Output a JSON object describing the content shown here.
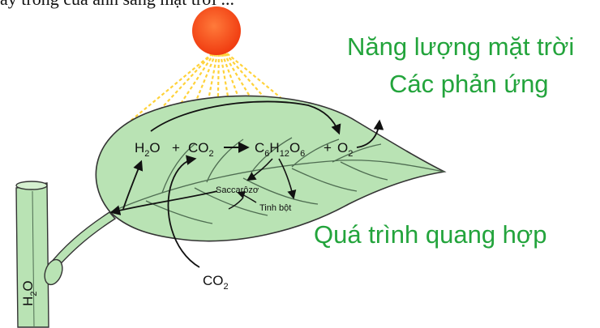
{
  "header_fragment": "ây trong của ánh sáng mặt trời ...",
  "labels": {
    "solar_energy": "Năng lượng mặt trời",
    "reactions": "Các phản ứng",
    "photosynthesis": "Quá trình quang hợp",
    "sucrose": "Saccarôzơ",
    "starch": "Tinh bột",
    "co2_in": "CO2",
    "h2o_in": "H2O"
  },
  "equation": {
    "reactant_water": "H2O",
    "plus_1": "+",
    "reactant_co2": "CO2",
    "product_glucose": "C6H12O6",
    "plus_2": "+",
    "product_oxygen": "O2"
  },
  "colors": {
    "leaf_fill": "#b9e3b4",
    "leaf_vein": "#4f6d52",
    "sun_core": "#ff4a16",
    "sun_rays": "#ffd23a",
    "label_green": "#23a43c",
    "arrow": "#111111"
  },
  "icons": [
    "sun-icon",
    "leaf-icon",
    "stem-icon"
  ]
}
